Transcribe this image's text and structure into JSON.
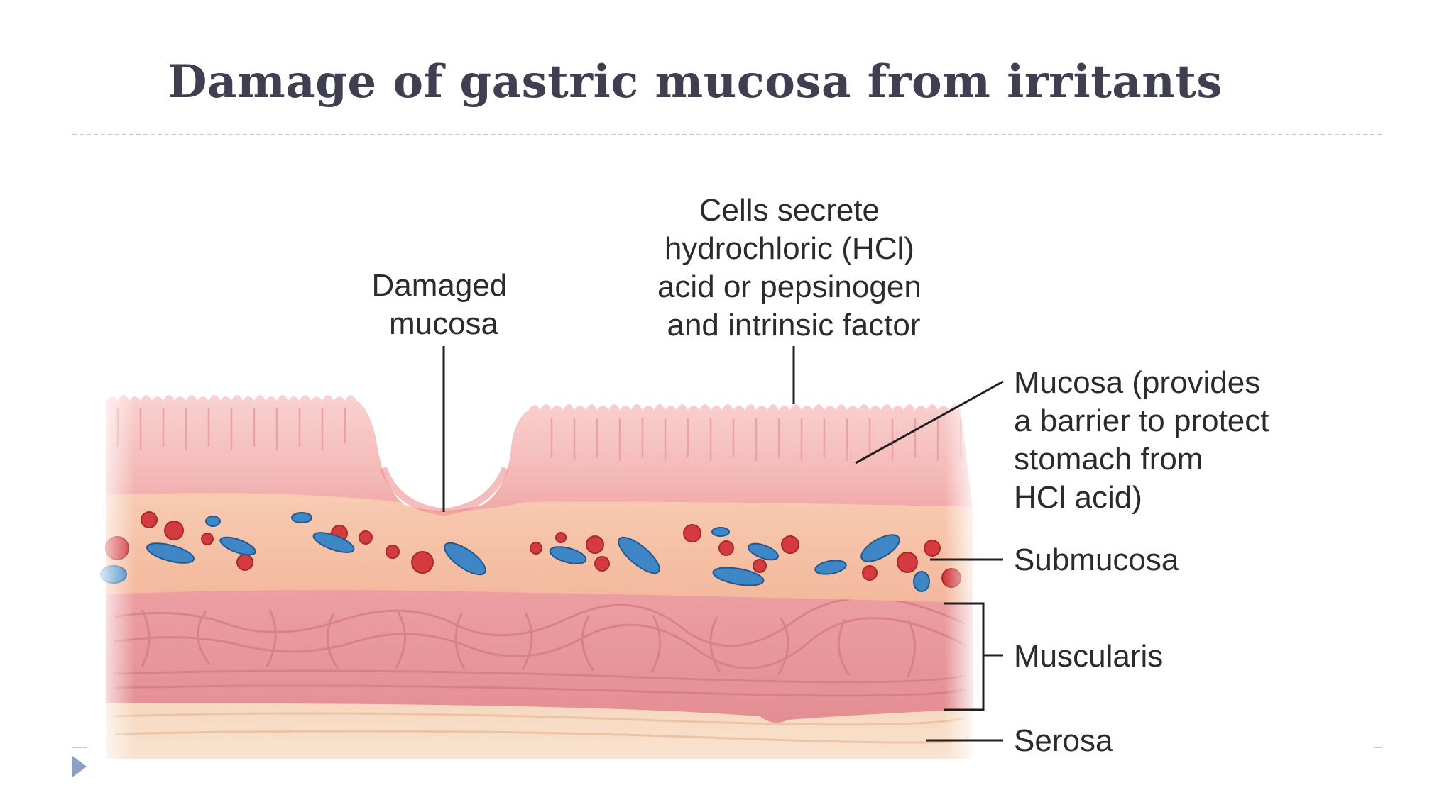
{
  "slide": {
    "title": "Damage of gastric mucosa from irritants"
  },
  "labels": {
    "damaged_mucosa": [
      "Damaged",
      "mucosa"
    ],
    "cells_secrete": [
      "Cells secrete",
      "hydrochloric (HCl)",
      "acid or pepsinogen",
      "and intrinsic factor"
    ],
    "mucosa": [
      "Mucosa (provides",
      "a barrier to protect",
      "stomach from",
      "HCl acid)"
    ],
    "submucosa": "Submucosa",
    "muscularis": "Muscularis",
    "serosa": "Serosa"
  },
  "colors": {
    "title": "#3f3f51",
    "mucosa": "#f6c6c4",
    "submucosa": "#f6c4a8",
    "muscularis": "#e8a0a2",
    "serosa": "#f7dcc4",
    "red_cells": "#d43a3e",
    "blue_vessels": "#3f86c6",
    "bullet": "#8aa0c6"
  }
}
